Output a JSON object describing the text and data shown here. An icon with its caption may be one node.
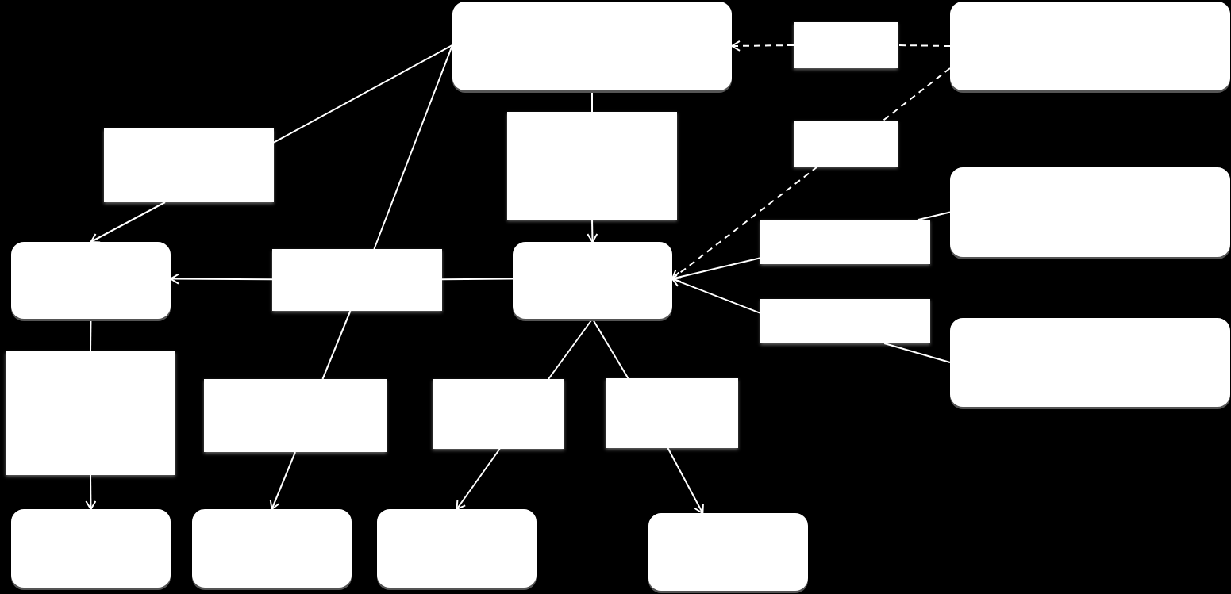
{
  "diagram": {
    "nodes": [
      {
        "text": [],
        "shape": "box"
      },
      {
        "text": [],
        "shape": "rectangle"
      },
      {
        "text": [],
        "shape": "box"
      },
      {
        "text": [],
        "shape": "rectangle"
      },
      {
        "text": [],
        "shape": "rectangle"
      },
      {
        "text": [],
        "shape": "rectangle"
      },
      {
        "text": [],
        "shape": "box"
      },
      {
        "text": [],
        "shape": "rectangle"
      },
      {
        "text": [],
        "shape": "box"
      },
      {
        "text": [],
        "shape": "rectangle"
      },
      {
        "text": [],
        "shape": "box"
      },
      {
        "text": [],
        "shape": "rectangle"
      },
      {
        "text": [],
        "shape": "box"
      },
      {
        "text": [],
        "shape": "rectangle"
      },
      {
        "text": [],
        "shape": "rectangle"
      },
      {
        "text": [],
        "shape": "rectangle"
      },
      {
        "text": [],
        "shape": "rectangle"
      },
      {
        "text": [],
        "shape": "box"
      },
      {
        "text": [],
        "shape": "box"
      },
      {
        "text": [],
        "shape": "box"
      },
      {
        "text": [],
        "shape": "box"
      }
    ],
    "edges": [
      {
        "from": 1,
        "to": 0,
        "arrow": "to",
        "style": "dashed"
      },
      {
        "from": 2,
        "to": 1,
        "arrow": "none",
        "style": "dashed"
      },
      {
        "from": 2,
        "to": 5,
        "arrow": "none",
        "style": "dashed"
      },
      {
        "from": 5,
        "to": 10,
        "arrow": "to",
        "style": "dashed"
      },
      {
        "from": 6,
        "to": 7,
        "arrow": "none"
      },
      {
        "from": 7,
        "to": 10,
        "arrow": "to"
      },
      {
        "from": 12,
        "to": 11,
        "arrow": "none"
      },
      {
        "from": 11,
        "to": 10,
        "arrow": "to"
      },
      {
        "from": 0,
        "to": 4,
        "arrow": "none"
      },
      {
        "from": 4,
        "to": 10,
        "arrow": "to"
      },
      {
        "from": 0,
        "to": 3,
        "arrow": "none"
      },
      {
        "from": 3,
        "to": 8,
        "arrow": "to"
      },
      {
        "from": 0,
        "to": 9,
        "arrow": "none"
      },
      {
        "from": 10,
        "to": 9,
        "arrow": "none"
      },
      {
        "from": 9,
        "to": 8,
        "arrow": "to"
      },
      {
        "from": 9,
        "to": 14,
        "arrow": "none"
      },
      {
        "from": 14,
        "to": 18,
        "arrow": "to"
      },
      {
        "from": 8,
        "to": 13,
        "arrow": "none"
      },
      {
        "from": 13,
        "to": 17,
        "arrow": "to"
      },
      {
        "from": 10,
        "to": 15,
        "arrow": "none"
      },
      {
        "from": 15,
        "to": 19,
        "arrow": "to"
      },
      {
        "from": 10,
        "to": 16,
        "arrow": "none"
      },
      {
        "from": 16,
        "to": 20,
        "arrow": "to"
      }
    ]
  }
}
